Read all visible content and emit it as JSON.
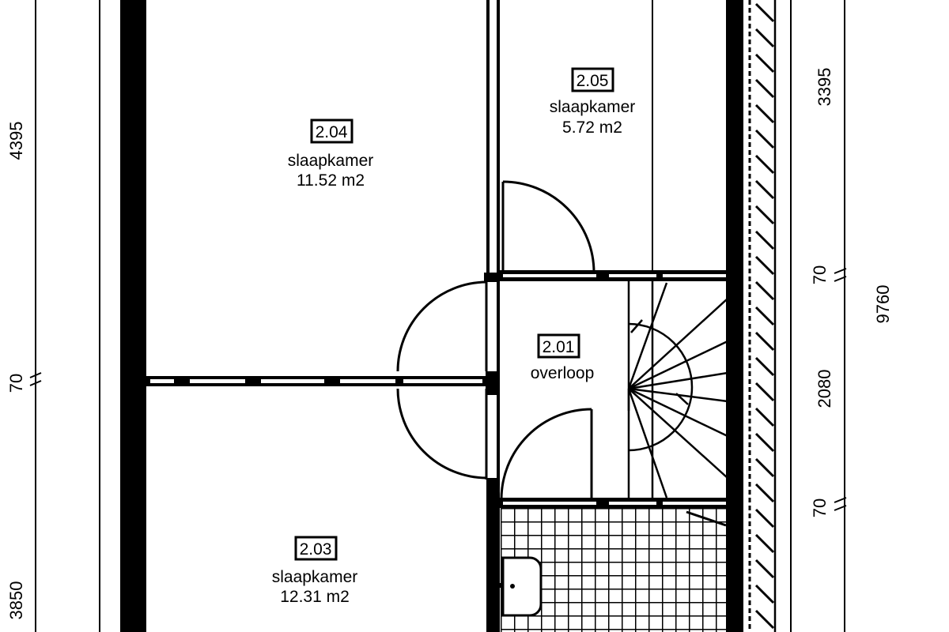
{
  "rooms": [
    {
      "id": "2.04",
      "name": "slaapkamer",
      "area": "11.52  m2"
    },
    {
      "id": "2.05",
      "name": "slaapkamer",
      "area": "5.72  m2"
    },
    {
      "id": "2.01",
      "name": "overloop"
    },
    {
      "id": "2.03",
      "name": "slaapkamer",
      "area": "12.31  m2"
    }
  ],
  "dimensions": {
    "left": [
      "4395",
      "70",
      "3850"
    ],
    "right": [
      "3395",
      "70",
      "2080",
      "70"
    ],
    "total": "9760"
  }
}
